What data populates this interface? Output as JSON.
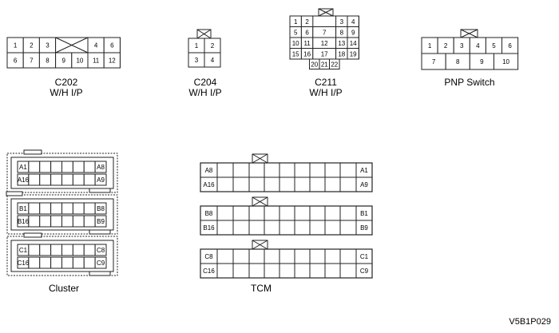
{
  "connectors": {
    "c202": {
      "name": "C202",
      "location": "W/H I/P",
      "top_pins": [
        "1",
        "2",
        "3",
        "4",
        "6"
      ],
      "bottom_pins": [
        "6",
        "7",
        "8",
        "9",
        "10",
        "11",
        "12"
      ]
    },
    "c204": {
      "name": "C204",
      "location": "W/H I/P",
      "pins": [
        "1",
        "2",
        "3",
        "4"
      ]
    },
    "c211": {
      "name": "C211",
      "location": "W/H I/P",
      "row1": [
        "1",
        "2",
        "3",
        "4"
      ],
      "row2": [
        "5",
        "6",
        "7",
        "8",
        "9"
      ],
      "row3": [
        "10",
        "11",
        "12",
        "13",
        "14"
      ],
      "row4": [
        "15",
        "16",
        "17",
        "18",
        "19"
      ],
      "row5": [
        "20",
        "21",
        "22"
      ]
    },
    "pnp": {
      "name": "PNP Switch",
      "top_pins": [
        "1",
        "2",
        "3",
        "4",
        "5",
        "6"
      ],
      "bottom_pins": [
        "7",
        "8",
        "9",
        "10"
      ]
    },
    "cluster": {
      "name": "Cluster",
      "rows": [
        {
          "left": "A1",
          "right": "A8"
        },
        {
          "left": "A16",
          "right": "A9"
        },
        {
          "left": "B1",
          "right": "B8"
        },
        {
          "left": "B16",
          "right": "B9"
        },
        {
          "left": "C1",
          "right": "C8"
        },
        {
          "left": "C16",
          "right": "C9"
        }
      ]
    },
    "tcm": {
      "name": "TCM",
      "rows": [
        {
          "left": "A8",
          "right": "A1"
        },
        {
          "left": "A16",
          "right": "A9"
        },
        {
          "left": "B8",
          "right": "B1"
        },
        {
          "left": "B16",
          "right": "B9"
        },
        {
          "left": "C8",
          "right": "C1"
        },
        {
          "left": "C16",
          "right": "C9"
        }
      ]
    }
  },
  "figure_code": "V5B1P029",
  "colors": {
    "line": "#222222",
    "fill": "#ffffff"
  }
}
